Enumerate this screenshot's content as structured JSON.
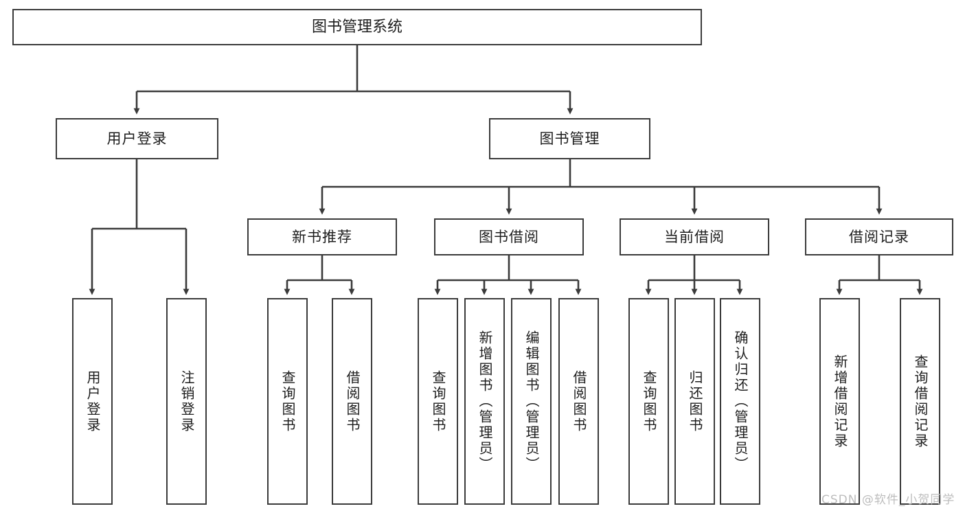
{
  "diagram": {
    "title": "图书管理系统",
    "type": "hierarchy-tree",
    "root": {
      "label": "图书管理系统"
    },
    "level2": [
      {
        "label": "用户登录"
      },
      {
        "label": "图书管理"
      }
    ],
    "level3": [
      {
        "label": "新书推荐"
      },
      {
        "label": "图书借阅"
      },
      {
        "label": "当前借阅"
      },
      {
        "label": "借阅记录"
      }
    ],
    "leaves": {
      "user_login": [
        {
          "label": "用户登录"
        },
        {
          "label": "注销登录"
        }
      ],
      "new_book_recommend": [
        {
          "label": "查询图书"
        },
        {
          "label": "借阅图书"
        }
      ],
      "book_borrow": [
        {
          "label": "查询图书"
        },
        {
          "label": "新增图书（管理员）"
        },
        {
          "label": "编辑图书（管理员）"
        },
        {
          "label": "借阅图书"
        }
      ],
      "current_borrow": [
        {
          "label": "查询图书"
        },
        {
          "label": "归还图书"
        },
        {
          "label": "确认归还（管理员）"
        }
      ],
      "borrow_record": [
        {
          "label": "新增借阅记录"
        },
        {
          "label": "查询借阅记录"
        }
      ]
    }
  },
  "watermark": {
    "text": "CSDN @软件_小贺同学"
  },
  "colors": {
    "stroke": "#3a3a3a",
    "fill": "#ffffff",
    "text": "#1d1d1d",
    "watermark": "#bdbdbd"
  }
}
